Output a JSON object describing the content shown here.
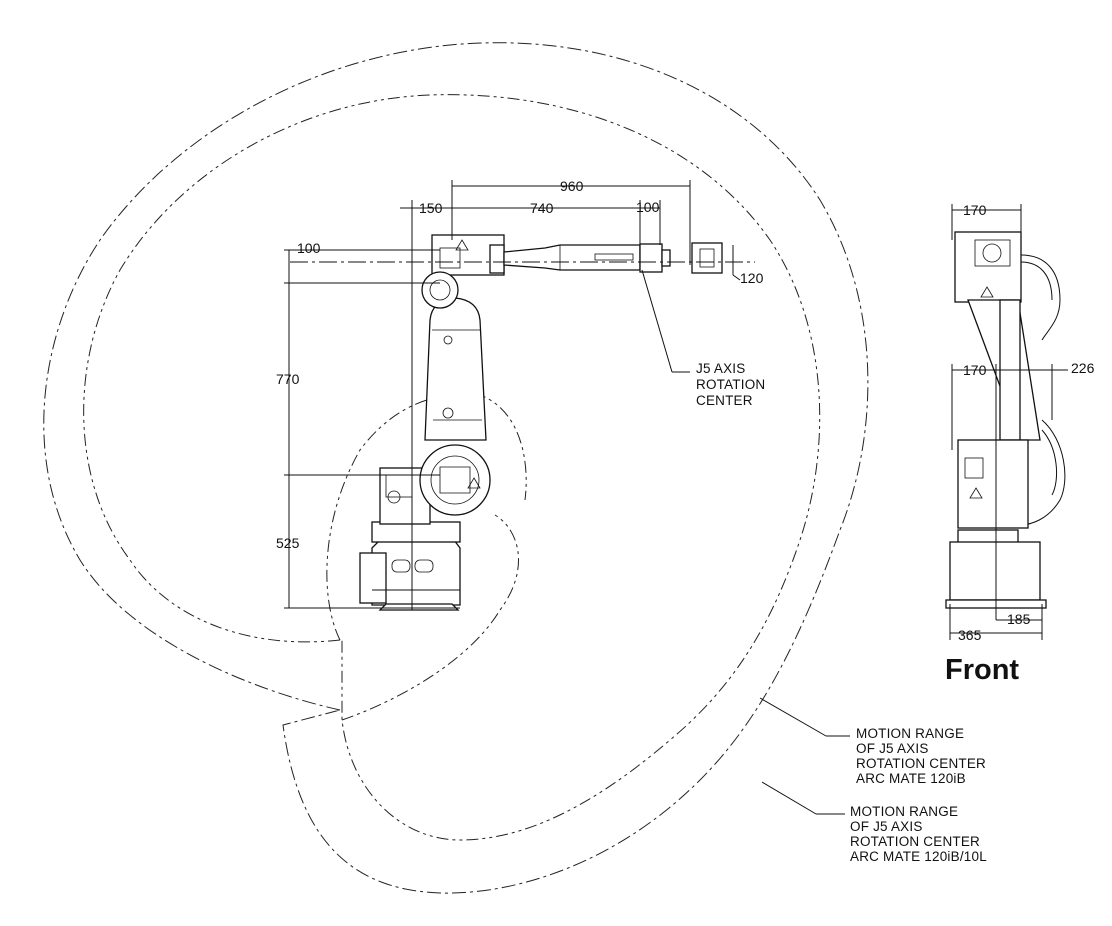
{
  "side_view": {
    "dimensions": {
      "reach_total": "960",
      "arm_length": "740",
      "wrist_offset": "100",
      "base_offset": "150",
      "upper_offset": "100",
      "vertical_mid": "770",
      "vertical_low": "525",
      "tool_offset": "120"
    },
    "j5_label": [
      "J5 AXIS",
      "ROTATION",
      "CENTER"
    ]
  },
  "front_view": {
    "title": "Front",
    "dimensions": {
      "top_width": "170",
      "mid_width": "170",
      "mid_right": "226",
      "base_half": "185",
      "base_width": "365"
    }
  },
  "legend": {
    "arc_mate_120ib": [
      "MOTION RANGE",
      "OF J5 AXIS",
      "ROTATION  CENTER",
      "ARC MATE 120iB"
    ],
    "arc_mate_120ib_10l": [
      "MOTION RANGE",
      "OF J5 AXIS",
      "ROTATION  CENTER",
      "ARC MATE 120iB/10L"
    ]
  }
}
